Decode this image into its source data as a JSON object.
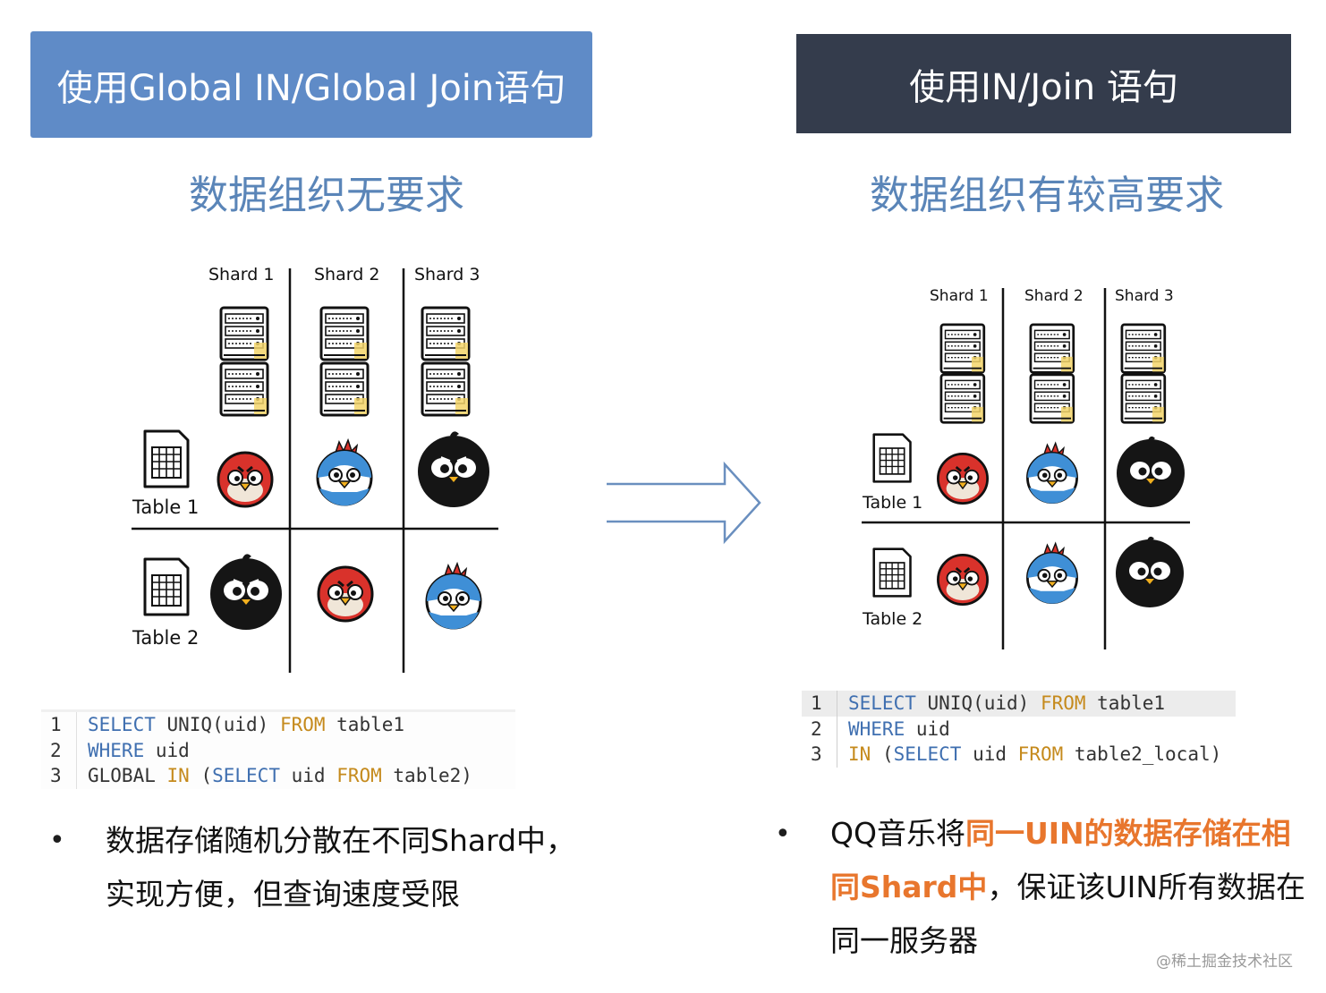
{
  "left": {
    "header": "使用Global IN/Global Join语句",
    "subtitle": "数据组织无要求",
    "shards": [
      "Shard 1",
      "Shard 2",
      "Shard 3"
    ],
    "tables": [
      "Table 1",
      "Table 2"
    ],
    "code": {
      "line_numbers": [
        "1",
        "2",
        "3"
      ],
      "l1": {
        "a": "SELECT",
        "b": " UNIQ(uid) ",
        "c": "FROM",
        "d": " table1"
      },
      "l2": {
        "a": "WHERE",
        "b": " uid"
      },
      "l3": {
        "a": "GLOBAL ",
        "b": "IN",
        "c": " (",
        "d": "SELECT",
        "e": " uid ",
        "f": "FROM",
        "g": " table2)"
      }
    },
    "bullet": {
      "line1": "数据存储随机分散在不同Shard中，",
      "line2": "实现方便，但查询速度受限"
    }
  },
  "right": {
    "header": "使用IN/Join 语句",
    "subtitle": "数据组织有较高要求",
    "shards": [
      "Shard 1",
      "Shard 2",
      "Shard 3"
    ],
    "tables": [
      "Table 1",
      "Table 2"
    ],
    "code": {
      "line_numbers": [
        "1",
        "2",
        "3"
      ],
      "l1": {
        "a": "SELECT",
        "b": " UNIQ(uid) ",
        "c": "FROM",
        "d": " table1"
      },
      "l2": {
        "a": "WHERE",
        "b": " uid"
      },
      "l3": {
        "a": "IN",
        "b": " (",
        "c": "SELECT",
        "d": " uid ",
        "e": "FROM",
        "f": " table2_local)"
      }
    },
    "bullet": {
      "pre": "QQ音乐将",
      "hl1": "同一UIN的数据存储在相",
      "hl2": "同Shard中",
      "post": "，保证该UIN所有数据在",
      "line3": "同一服务器"
    }
  },
  "bullet_symbol": "•",
  "watermark": "@稀土掘金技术社区",
  "colors": {
    "left_header_bg": "#5f8bc7",
    "right_header_bg": "#343c4c",
    "subtitle": "#5a85b8",
    "highlight": "#e8762d",
    "arrow": "#6a8fbf",
    "bird_red": "#d9322b",
    "bird_blue": "#3f8fd6",
    "bird_black": "#151515"
  },
  "icons": [
    "server-icon",
    "table-icon",
    "red-bird-icon",
    "blue-bird-icon",
    "black-bird-icon",
    "right-arrow-icon"
  ]
}
